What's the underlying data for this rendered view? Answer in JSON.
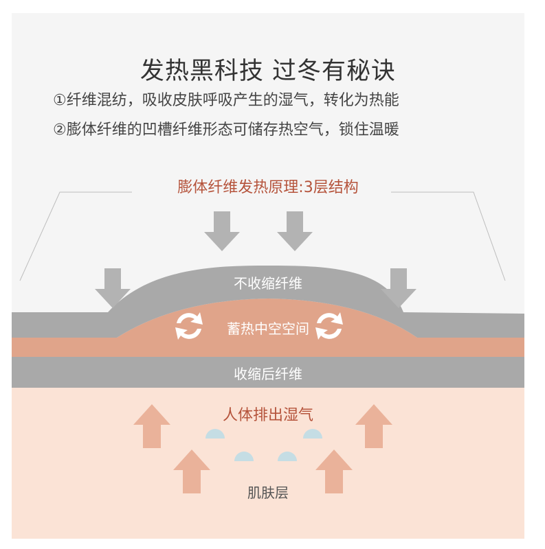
{
  "heading": {
    "title": "发热黑科技 过冬有秘诀",
    "line1": "①纤维混纺，吸收皮肤呼吸产生的湿气，转化为热能",
    "line2": "②膨体纤维的凹槽纤维形态可储存热空气，锁住温暖"
  },
  "diagram": {
    "subtitle": "膨体纤维发热原理:3层结构",
    "layers": {
      "non_shrink_fiber": "不收缩纤维",
      "heat_storage_space": "蓄热中空空间",
      "shrunk_fiber": "收缩后纤维",
      "moisture": "人体排出湿气",
      "skin": "肌肤层"
    },
    "icons": {
      "down_arrow": "down-arrow-icon",
      "up_arrow": "up-arrow-icon",
      "cycle_arrow": "cycle-arrow-icon",
      "moisture_droplet": "droplet-icon"
    }
  },
  "colors": {
    "background": "#f5f5f5",
    "gray_fiber": "#a9a9a9",
    "heat_layer": "#e0a48a",
    "skin_layer": "#fbe3d6",
    "accent_text": "#b5533b",
    "up_arrow": "#eab29a",
    "down_arrow": "#b3b3b3",
    "droplet": "#c5dde4"
  }
}
